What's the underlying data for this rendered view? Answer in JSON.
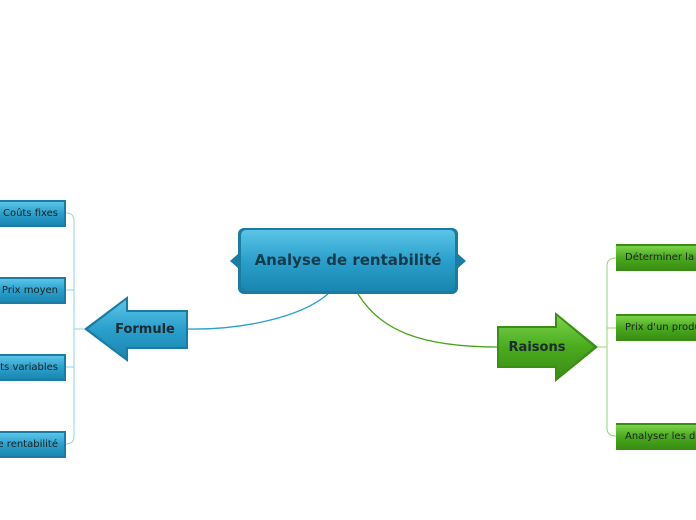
{
  "map": {
    "central_topic": "Analyse de rentabilité",
    "branches": [
      {
        "title": "Formule",
        "color": "#2a9fc8",
        "topics": [
          "Coûts fixes",
          "Prix moyen",
          "its variables",
          "e rentabilité"
        ]
      },
      {
        "title": "Raisons",
        "color": "#49a51c",
        "topics": [
          "Déterminer la",
          "Prix d'un produ",
          "Analyser les do"
        ]
      }
    ]
  },
  "colors": {
    "central_fill": "#2a9fc8",
    "central_border": "#1a7ca3",
    "left_line": "#6ec4e4",
    "right_line": "#64c03c",
    "left_topic_fill": "#2a9fc8",
    "right_topic_fill": "#49a51c"
  }
}
